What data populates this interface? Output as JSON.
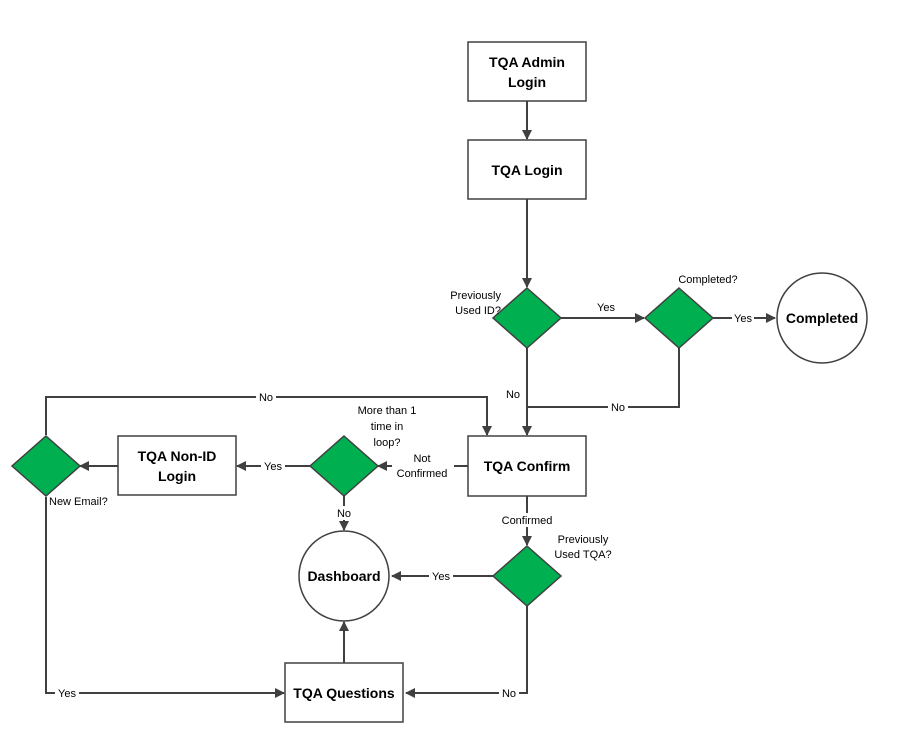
{
  "colors": {
    "diamond_fill": "#00B050",
    "stroke": "#404040"
  },
  "nodes": {
    "tqa_admin_login": [
      "TQA Admin",
      "Login"
    ],
    "tqa_login": [
      "TQA Login"
    ],
    "completed": [
      "Completed"
    ],
    "tqa_confirm": [
      "TQA Confirm"
    ],
    "tqa_nonid_login": [
      "TQA Non-ID",
      "Login"
    ],
    "dashboard": [
      "Dashboard"
    ],
    "tqa_questions": [
      "TQA Questions"
    ]
  },
  "decisions": {
    "previously_used_id": [
      "Previously",
      "Used ID?"
    ],
    "completed_q": [
      "Completed?"
    ],
    "more_than_1": [
      "More than 1",
      "time in",
      "loop?"
    ],
    "new_email": [
      "New Email?"
    ],
    "previously_used_tqa": [
      "Previously",
      "Used TQA?"
    ]
  },
  "edge_labels": {
    "yes_id_to_completed_q": "Yes",
    "yes_completed": "Yes",
    "no_id": "No",
    "no_completed": "No",
    "no_new_email_top": "No",
    "not_confirmed": [
      "Not",
      "Confirmed"
    ],
    "yes_more_than_1": "Yes",
    "no_more_than_1": "No",
    "confirmed": "Confirmed",
    "yes_used_tqa": "Yes",
    "no_used_tqa": "No",
    "yes_new_email": "Yes"
  }
}
